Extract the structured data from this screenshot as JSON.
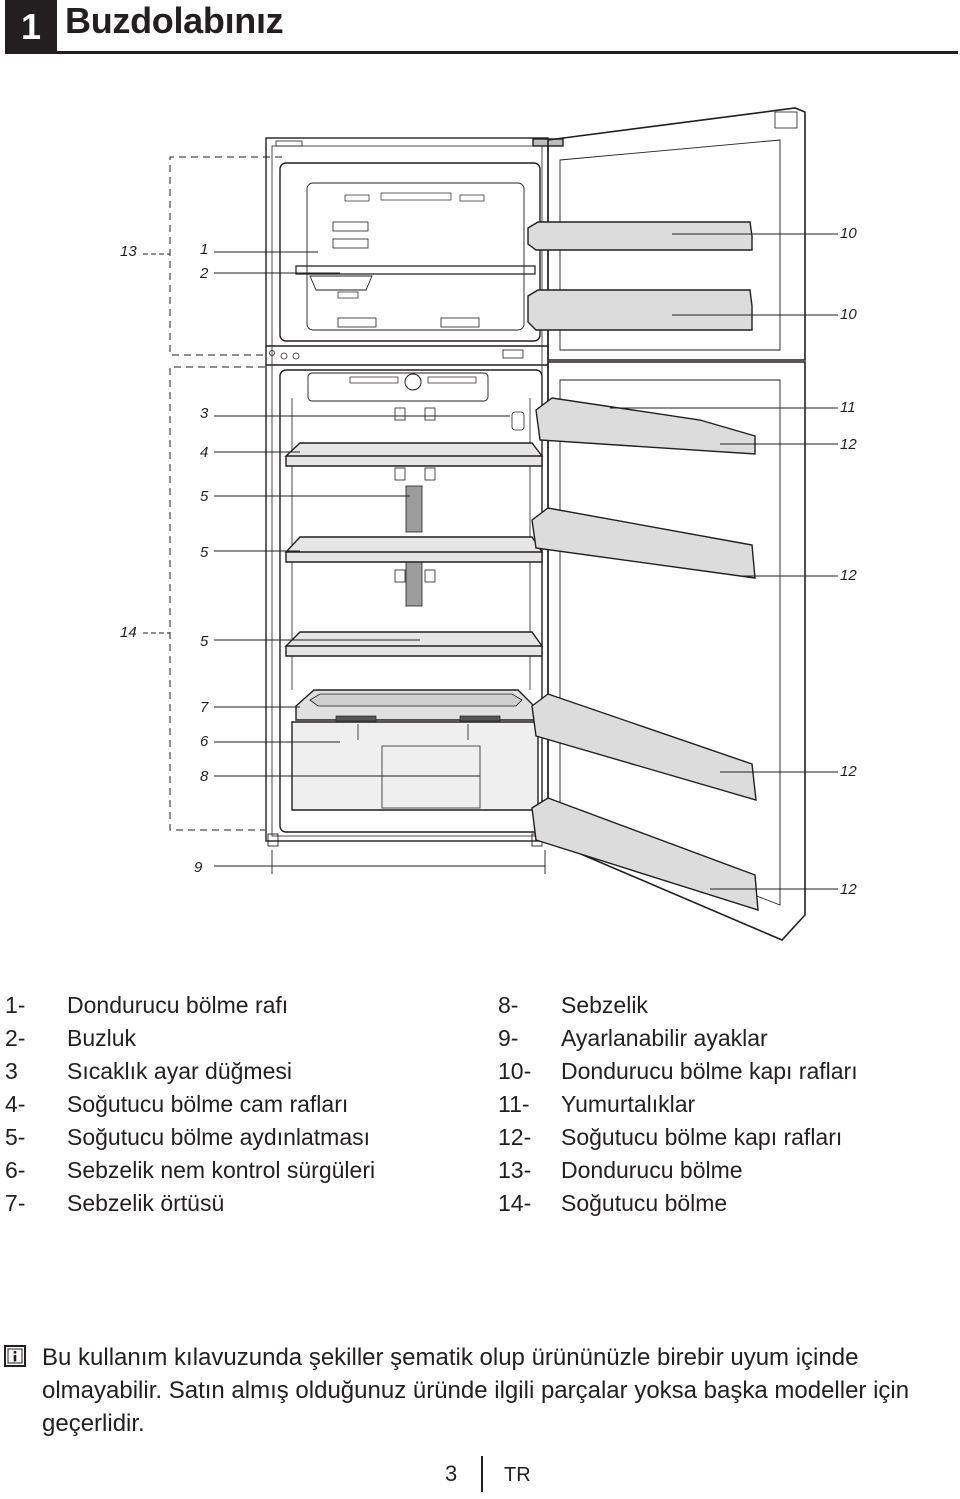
{
  "header": {
    "chapter_number": "1",
    "title": "Buzdolabınız"
  },
  "figure": {
    "callouts_left": [
      "13",
      "1",
      "2",
      "3",
      "4",
      "5",
      "5",
      "14",
      "5",
      "7",
      "6",
      "8",
      "9"
    ],
    "callouts_right": [
      "10",
      "10",
      "11",
      "12",
      "12",
      "12",
      "12"
    ]
  },
  "legend": {
    "left": [
      {
        "num": "1-",
        "text": "Dondurucu bölme rafı"
      },
      {
        "num": "2-",
        "text": "Buzluk"
      },
      {
        "num": "3",
        "text": "Sıcaklık ayar düğmesi"
      },
      {
        "num": "4-",
        "text": "Soğutucu bölme cam rafları"
      },
      {
        "num": "5-",
        "text": "Soğutucu bölme aydınlatması"
      },
      {
        "num": "6-",
        "text": "Sebzelik nem kontrol sürgüleri"
      },
      {
        "num": "7-",
        "text": "Sebzelik örtüsü"
      }
    ],
    "right": [
      {
        "num": "8-",
        "text": "Sebzelik"
      },
      {
        "num": "9-",
        "text": "Ayarlanabilir ayaklar"
      },
      {
        "num": "10-",
        "text": "Dondurucu bölme kapı rafları"
      },
      {
        "num": "11-",
        "text": "Yumurtalıklar"
      },
      {
        "num": "12-",
        "text": "Soğutucu bölme kapı rafları"
      },
      {
        "num": "13-",
        "text": "Dondurucu bölme"
      },
      {
        "num": "14-",
        "text": "Soğutucu bölme"
      }
    ]
  },
  "note": {
    "icon": "info-icon",
    "text": "Bu kullanım kılavuzunda şekiller şematik olup ürününüzle birebir uyum içinde olmayabilir. Satın almış olduğunuz üründe ilgili parçalar yoksa başka modeller için geçerlidir."
  },
  "footer": {
    "page_number": "3",
    "language": "TR"
  }
}
